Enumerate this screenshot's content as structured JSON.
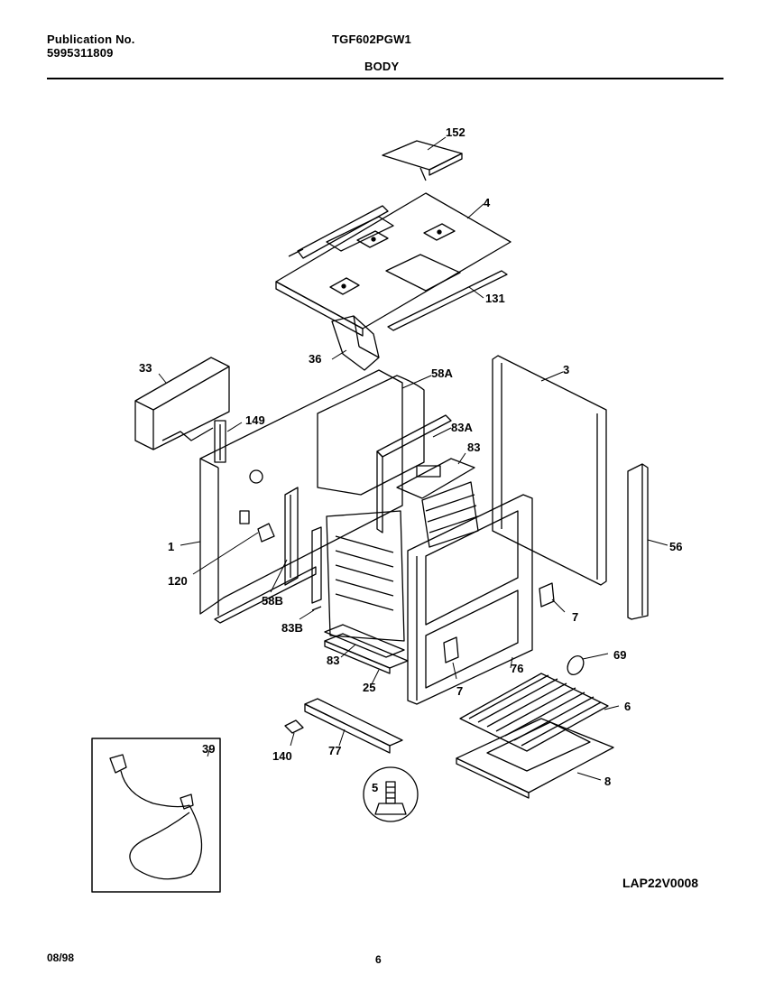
{
  "header": {
    "publication_label": "Publication No.",
    "publication_number": "5995311809",
    "model": "TGF602PGW1",
    "section": "BODY"
  },
  "diagram": {
    "code": "LAP22V0008",
    "inset_label": "39",
    "part_labels": {
      "p152": "152",
      "p4": "4",
      "p131": "131",
      "p36": "36",
      "p33": "33",
      "p58A": "58A",
      "p3": "3",
      "p149": "149",
      "p83A": "83A",
      "p83_top": "83",
      "p1": "1",
      "p56": "56",
      "p120": "120",
      "p58B": "58B",
      "p7_right": "7",
      "p83B": "83B",
      "p69": "69",
      "p83_bottom": "83",
      "p76": "76",
      "p25": "25",
      "p7_bottom": "7",
      "p6": "6",
      "p140": "140",
      "p77": "77",
      "p5": "5",
      "p8": "8"
    }
  },
  "footer": {
    "date": "08/98",
    "page": "6"
  }
}
